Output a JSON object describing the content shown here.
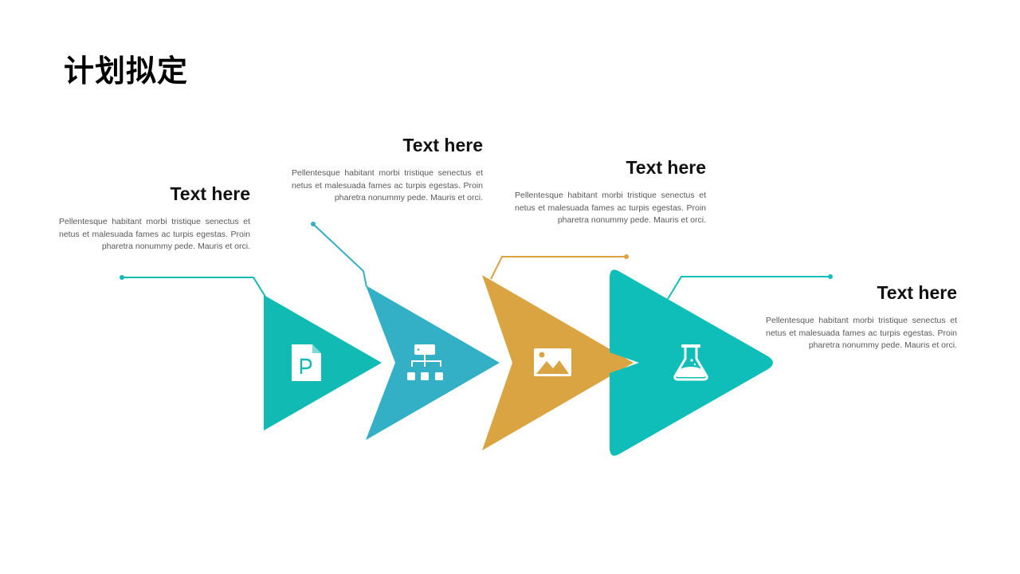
{
  "title": "计划拟定",
  "colors": {
    "teal": "#12BAB4",
    "blue": "#33AFC6",
    "gold": "#D9A441",
    "teal_dark": "#0FBEB8"
  },
  "steps": [
    {
      "heading": "Text here",
      "body": "Pellentesque habitant morbi tristique senectus et netus et malesuada fames ac turpis egestas. Proin pharetra nonummy pede. Mauris et orci.",
      "icon": "document-p-icon"
    },
    {
      "heading": "Text here",
      "body": "Pellentesque habitant morbi tristique senectus et netus et malesuada fames ac turpis egestas. Proin pharetra nonummy pede. Mauris et orci.",
      "icon": "hierarchy-icon"
    },
    {
      "heading": "Text here",
      "body": "Pellentesque habitant morbi tristique senectus et netus et malesuada fames ac turpis egestas. Proin pharetra nonummy pede. Mauris et orci.",
      "icon": "image-icon"
    },
    {
      "heading": "Text here",
      "body": "Pellentesque habitant morbi tristique senectus et netus et malesuada fames ac turpis egestas. Proin pharetra nonummy pede. Mauris et orci.",
      "icon": "flask-icon"
    }
  ]
}
